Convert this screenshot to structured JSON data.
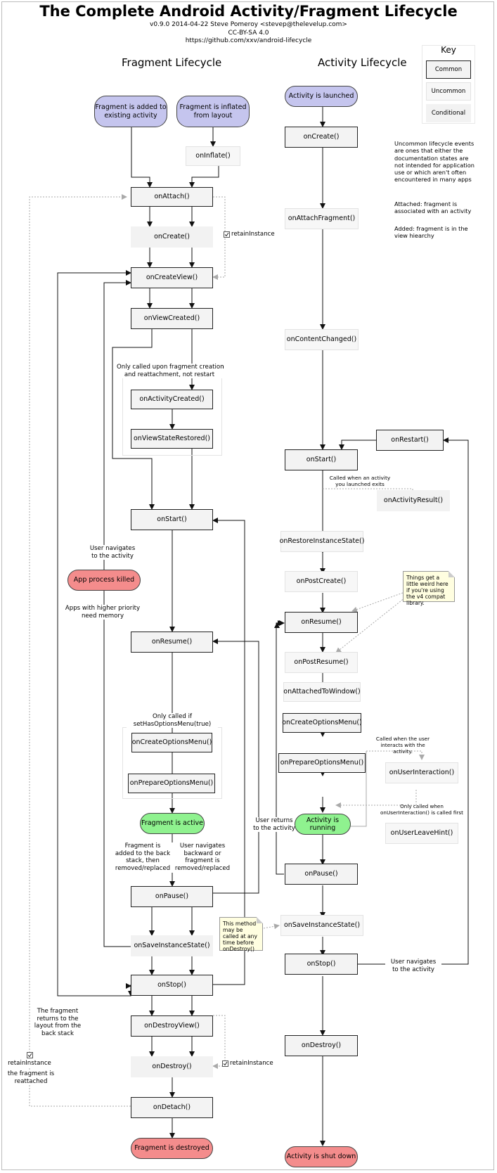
{
  "title": "The Complete Android Activity/Fragment Lifecycle",
  "meta": {
    "version": "v0.9.0 2014-04-22 Steve Pomeroy <stevep@thelevelup.com>",
    "license": "CC-BY-SA 4.0",
    "url": "https://github.com/xxv/android-lifecycle"
  },
  "headings": {
    "fragment": "Fragment Lifecycle",
    "activity": "Activity Lifecycle"
  },
  "key": {
    "title": "Key",
    "common": "Common",
    "uncommon": "Uncommon",
    "conditional": "Conditional"
  },
  "notes": {
    "uncommon": "Uncommon lifecycle events are ones that either the documentation states are not intended for application use or which aren't often encountered in many apps",
    "attached": "Attached: fragment is associated with an activity",
    "added": "Added: fragment is in the view hiearchy"
  },
  "fragment": {
    "start_added": "Fragment is added to existing activity",
    "start_inflated": "Fragment is inflated from layout",
    "onInflate": "onInflate()",
    "onAttach": "onAttach()",
    "onCreate": "onCreate()",
    "onCreateView": "onCreateView()",
    "onViewCreated": "onViewCreated()",
    "onActivityCreated": "onActivityCreated()",
    "onViewStateRestored": "onViewStateRestored()",
    "onStart": "onStart()",
    "onResume": "onResume()",
    "onCreateOptionsMenu": "onCreateOptionsMenu()",
    "onPrepareOptionsMenu": "onPrepareOptionsMenu()",
    "active": "Fragment is active",
    "onPause": "onPause()",
    "onSaveInstanceState": "onSaveInstanceState()",
    "onStop": "onStop()",
    "onDestroyView": "onDestroyView()",
    "onDestroy": "onDestroy()",
    "onDetach": "onDetach()",
    "destroyed": "Fragment is destroyed",
    "killed": "App process killed"
  },
  "activity": {
    "launched": "Activity is launched",
    "onCreate": "onCreate()",
    "onAttachFragment": "onAttachFragment()",
    "onContentChanged": "onContentChanged()",
    "onRestart": "onRestart()",
    "onStart": "onStart()",
    "onActivityResult": "onActivityResult()",
    "onRestoreInstanceState": "onRestoreInstanceState()",
    "onPostCreate": "onPostCreate()",
    "onResume": "onResume()",
    "onPostResume": "onPostResume()",
    "onAttachedToWindow": "onAttachedToWindow()",
    "onCreateOptionsMenu": "onCreateOptionsMenu()",
    "onPrepareOptionsMenu": "onPrepareOptionsMenu()",
    "onUserInteraction": "onUserInteraction()",
    "running": "Activity is running",
    "onUserLeaveHint": "onUserLeaveHint()",
    "onPause": "onPause()",
    "onSaveInstanceState": "onSaveInstanceState()",
    "onStop": "onStop()",
    "onDestroy": "onDestroy()",
    "shutdown": "Activity is shut down"
  },
  "labels": {
    "retain1": "retainInstance",
    "retain2": "retainInstance",
    "retain3": "retainInstance",
    "only_creation": "Only called upon fragment creation\nand reattachment, not restart",
    "user_navigates_frag": "User navigates\nto the activity",
    "higher_priority": "Apps with higher priority\nneed memory",
    "options_menu": "Only called if\nsetHasOptionsMenu(true)",
    "added_back_stack": "Fragment is\nadded to the back\nstack, then\nremoved/replaced",
    "navigates_backward": "User navigates\nbackward or\nfragment is\nremoved/replaced",
    "user_returns": "User returns\nto the activity",
    "returns_layout": "The fragment\nreturns to the\nlayout from the\nback stack",
    "reattached": "the fragment is\nreattached",
    "called_exits": "Called when an activity\nyou launched exits",
    "weird_note": "Things get a little weird here if you're using the v4 compat library.",
    "called_interacts": "Called when the user\ninteracts with the\nactivity.",
    "called_user_interaction": "Only called when\nonUserInteraction() is called first",
    "save_note": "This method may be called at any time before onDestroy()",
    "user_navigates_act": "User navigates\nto the activity"
  },
  "colors": {
    "purple": "#c5c5ee",
    "red": "#f48c8c",
    "green": "#8ff28f",
    "note": "#fffee0"
  }
}
